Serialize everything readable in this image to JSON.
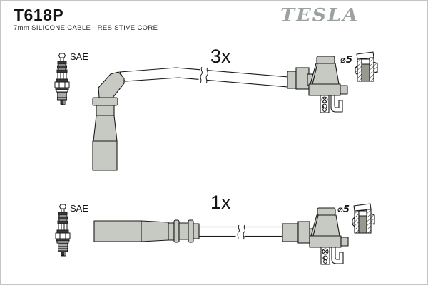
{
  "page": {
    "background": "#ffffff",
    "border_color": "#c4c4c4"
  },
  "header": {
    "part_number": "T618P",
    "subtitle": "7mm SILICONE CABLE - RESISTIVE CORE",
    "brand": "TESLA",
    "brand_color": "#9aa39f"
  },
  "diagram": {
    "line_color": "#1a1a1a",
    "rubber_fill": "#c6cac3",
    "terminal_fill": "#97998f",
    "plug_band_fill": "#3a3a3a",
    "groups": [
      {
        "id": "top-assembly",
        "quantity_label": "3x",
        "sae_label": "SAE",
        "diameter_label": "⌀5",
        "boot_style": "angled-elbow-boot",
        "icons": [
          "spark-plug-icon",
          "angled-boot",
          "ignition-cable",
          "cable-break-mark",
          "crimp-seals",
          "coil-connector",
          "terminal-cap-section"
        ]
      },
      {
        "id": "bottom-assembly",
        "quantity_label": "1x",
        "sae_label": "SAE",
        "diameter_label": "⌀5",
        "boot_style": "straight-boot",
        "icons": [
          "spark-plug-icon",
          "straight-boot",
          "ignition-cable",
          "cable-break-mark",
          "crimp-seals",
          "coil-connector",
          "terminal-cap-section"
        ]
      }
    ]
  }
}
